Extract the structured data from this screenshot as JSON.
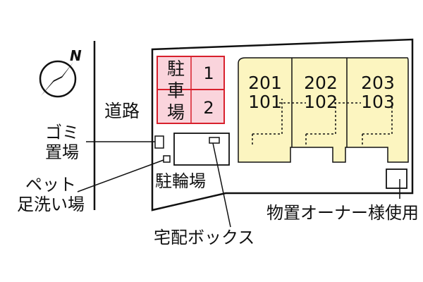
{
  "compass": {
    "north_label": "N"
  },
  "road": {
    "label": "道路"
  },
  "parking": {
    "label": "駐車場",
    "spaces": [
      "1",
      "2"
    ]
  },
  "building": {
    "units": [
      {
        "upper": "201",
        "lower": "101"
      },
      {
        "upper": "202",
        "lower": "102"
      },
      {
        "upper": "203",
        "lower": "103"
      }
    ]
  },
  "callouts": {
    "garbage": [
      "ゴミ",
      "置場"
    ],
    "pet_wash": [
      "ペット",
      "足洗い場"
    ],
    "bicycle": "駐輪場",
    "delivery_box": "宅配ボックス",
    "owner_storage": "物置オーナー様使用"
  },
  "colors": {
    "parking_fill": "#fad4dc",
    "parking_border": "#d8202c",
    "building_fill": "#fcf5c0"
  }
}
